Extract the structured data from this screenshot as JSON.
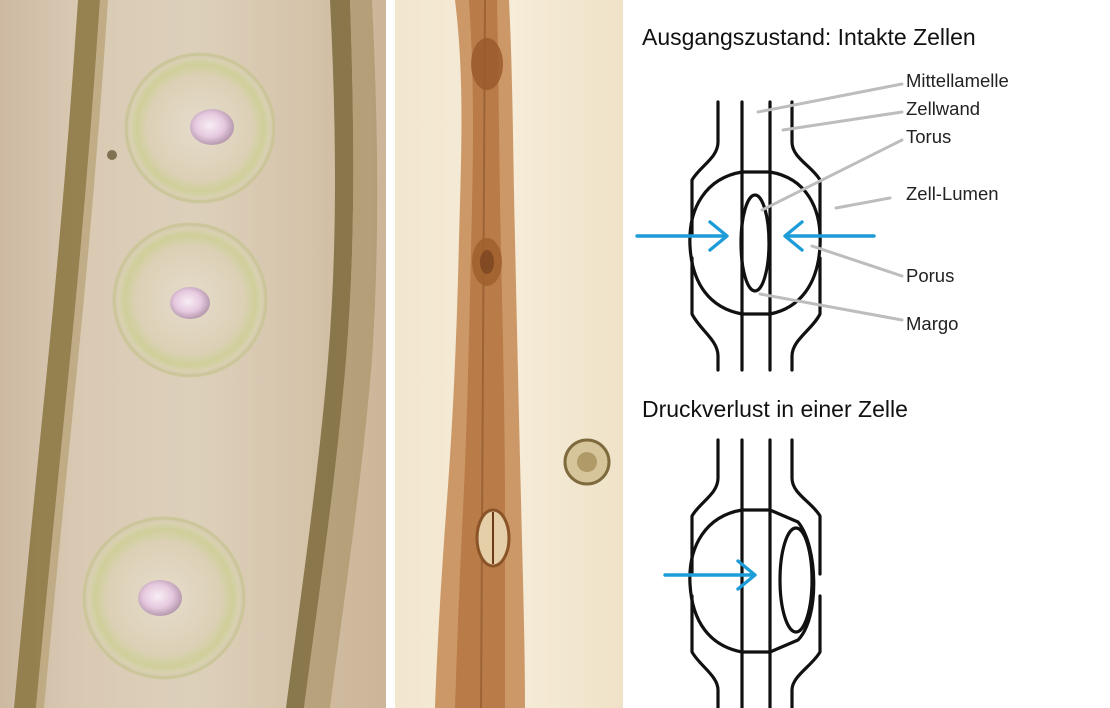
{
  "headings": {
    "initial": "Ausgangszustand: Intakte Zellen",
    "pressure_loss": "Druckverlust in einer Zelle"
  },
  "labels": {
    "mittellamelle": "Mittellamelle",
    "zellwand": "Zellwand",
    "torus": "Torus",
    "zell_lumen": "Zell-Lumen",
    "porus": "Porus",
    "margo": "Margo"
  },
  "colors": {
    "arrow": "#1e9cd7",
    "leader_line": "#bdbdbd",
    "diagram_stroke": "#111111"
  }
}
